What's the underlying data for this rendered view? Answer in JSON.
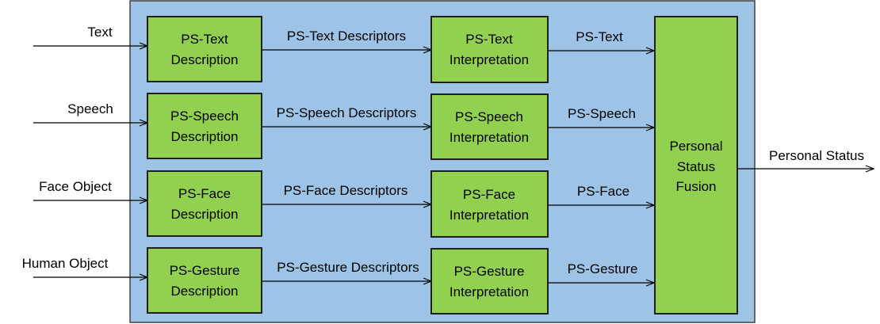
{
  "colors": {
    "panel_fill": "#9dc3e6",
    "panel_stroke": "#404040",
    "box_fill": "#92d050",
    "box_stroke": "#1f1f1f",
    "arrow": "#000000"
  },
  "inputs": {
    "text": "Text",
    "speech": "Speech",
    "face": "Face Object",
    "human": "Human Object"
  },
  "description_boxes": {
    "text": [
      "PS-Text",
      "Description"
    ],
    "speech": [
      "PS-Speech",
      "Description"
    ],
    "face": [
      "PS-Face",
      "Description"
    ],
    "gesture": [
      "PS-Gesture",
      "Description"
    ]
  },
  "descriptors": {
    "text": "PS-Text Descriptors",
    "speech": "PS-Speech Descriptors",
    "face": "PS-Face Descriptors",
    "gesture": "PS-Gesture Descriptors"
  },
  "interpretation_boxes": {
    "text": [
      "PS-Text",
      "Interpretation"
    ],
    "speech": [
      "PS-Speech",
      "Interpretation"
    ],
    "face": [
      "PS-Face",
      "Interpretation"
    ],
    "gesture": [
      "PS-Gesture",
      "Interpretation"
    ]
  },
  "interpretation_outputs": {
    "text": "PS-Text",
    "speech": "PS-Speech",
    "face": "PS-Face",
    "gesture": "PS-Gesture"
  },
  "fusion_box": [
    "Personal",
    "Status",
    "Fusion"
  ],
  "output": "Personal Status"
}
